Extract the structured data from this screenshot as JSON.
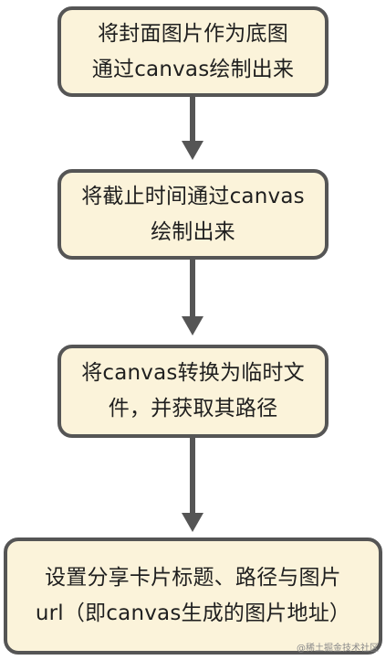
{
  "diagram": {
    "steps": [
      {
        "line1": "将封面图片作为底图",
        "line2": "通过canvas绘制出来"
      },
      {
        "line1": "将截止时间通过canvas",
        "line2": "绘制出来"
      },
      {
        "line1": "将canvas转换为临时文",
        "line2": "件，并获取其路径"
      },
      {
        "line1": "设置分享卡片标题、路径与图片",
        "line2": "url（即canvas生成的图片地址）"
      }
    ],
    "colors": {
      "box_fill": "#fbf3da",
      "border": "#555555",
      "arrow": "#555555",
      "text": "#1f1f1f"
    }
  },
  "watermark": "@稀土掘金技术社区"
}
